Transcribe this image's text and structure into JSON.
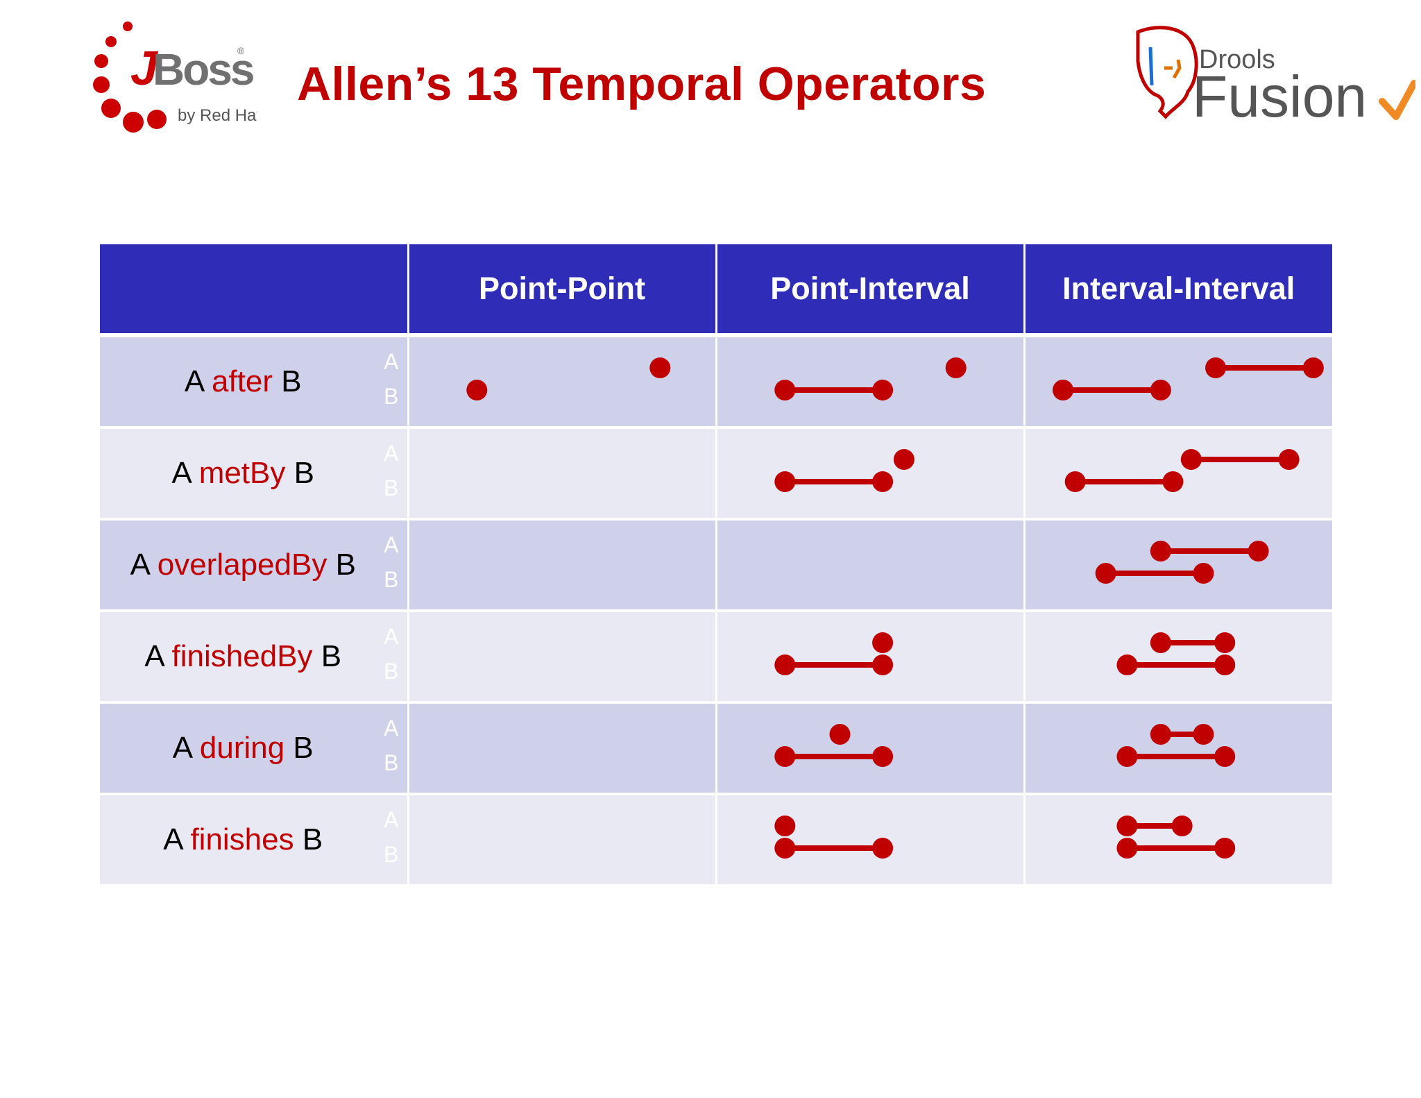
{
  "title": "Allen’s 13 Temporal Operators",
  "logos": {
    "jboss": {
      "name": "jboss-logo",
      "sub": "by Red Hat"
    },
    "drools": {
      "name": "drools-fusion-logo",
      "top": "Drools",
      "main": "Fusion"
    }
  },
  "colors": {
    "header_bg": "#2f2db8",
    "row_odd": "#cfd0e9",
    "row_even": "#e9e9f4",
    "accent": "#c00000"
  },
  "table": {
    "headers": [
      "",
      "Point-Point",
      "Point-Interval",
      "Interval-Interval"
    ],
    "legend": {
      "a": "A",
      "b": "B"
    },
    "rows": [
      {
        "prefix": "A ",
        "op": "after",
        "suffix": " B",
        "pp": {
          "A": [
            0.82
          ],
          "B": [
            0.22
          ]
        },
        "pi": {
          "A": [
            0.78
          ],
          "B": [
            0.22,
            0.54
          ]
        },
        "ii": {
          "A": [
            0.62,
            0.94
          ],
          "B": [
            0.12,
            0.44
          ]
        }
      },
      {
        "prefix": "A ",
        "op": "metBy",
        "suffix": " B",
        "pp": null,
        "pi": {
          "A": [
            0.61
          ],
          "B": [
            0.22,
            0.54
          ]
        },
        "ii": {
          "A": [
            0.54,
            0.86
          ],
          "B": [
            0.16,
            0.48
          ]
        }
      },
      {
        "prefix": "A ",
        "op": "overlapedBy",
        "suffix": " B",
        "pp": null,
        "pi": null,
        "ii": {
          "A": [
            0.44,
            0.76
          ],
          "B": [
            0.26,
            0.58
          ]
        }
      },
      {
        "prefix": "A ",
        "op": "finishedBy",
        "suffix": " B",
        "pp": null,
        "pi": {
          "A": [
            0.54
          ],
          "B": [
            0.22,
            0.54
          ]
        },
        "ii": {
          "A": [
            0.44,
            0.65
          ],
          "B": [
            0.33,
            0.65
          ]
        }
      },
      {
        "prefix": "A ",
        "op": "during",
        "suffix": " B",
        "pp": null,
        "pi": {
          "A": [
            0.4
          ],
          "B": [
            0.22,
            0.54
          ]
        },
        "ii": {
          "A": [
            0.44,
            0.58
          ],
          "B": [
            0.33,
            0.65
          ]
        }
      },
      {
        "prefix": "A ",
        "op": "finishes",
        "suffix": " B",
        "pp": null,
        "pi": {
          "A": [
            0.22
          ],
          "B": [
            0.22,
            0.54
          ]
        },
        "ii": {
          "A": [
            0.33,
            0.51
          ],
          "B": [
            0.33,
            0.65
          ]
        }
      }
    ]
  }
}
